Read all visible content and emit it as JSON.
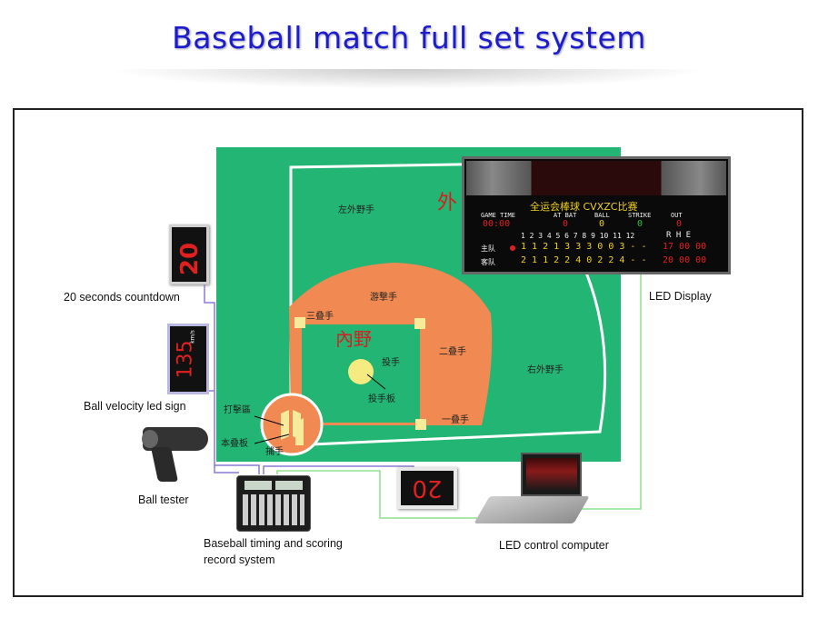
{
  "title": "Baseball match full set system",
  "labels": {
    "countdown": "20 seconds countdown",
    "velocity": "Ball velocity led sign",
    "tester": "Ball tester",
    "system_line1": "Baseball timing and scoring",
    "system_line2": "record system",
    "led_display": "LED Display",
    "control_computer": "LED control computer"
  },
  "field": {
    "left_fielder": "左外野手",
    "right_fielder": "右外野手",
    "shortstop": "游撃手",
    "third_base": "三叠手",
    "second_base": "二叠手",
    "first_base": "一叠手",
    "infield": "內野",
    "outfield": "外",
    "pitcher": "投手",
    "pitcher_plate": "投手板",
    "batter_box": "打擊區",
    "home_plate": "本叠板",
    "catcher": "捕手"
  },
  "countdown_sign": {
    "value": "20"
  },
  "velocity_sign": {
    "value": "135",
    "unit": "km/s"
  },
  "second_sign": {
    "value": "20"
  },
  "scoreboard": {
    "title": "全运会棒球 CVXZC比赛",
    "headers": {
      "game_time": "GAME TIME",
      "at_bat": "AT BAT",
      "ball": "BALL",
      "strike": "STRIKE",
      "out": "OUT"
    },
    "values": {
      "game_time": "00:00",
      "at_bat": "0",
      "ball": "0",
      "strike": "0",
      "out": "0"
    },
    "innings": "1 2 3 4 5 6 7 8 9 10 11 12",
    "rhe": "R H E",
    "home_label": "主队",
    "home_scores": "1 1 2 1 3 3 3 0 0 3 - -",
    "home_rhe": "17 00 00",
    "away_label": "客队",
    "away_scores": "2 1 1 2 2 4 0 2 2 4 - -",
    "away_rhe": "20 00 00"
  },
  "colors": {
    "title": "#1c1ccc",
    "field_green": "#22b573",
    "infield_orange": "#f08a52",
    "led_red": "#e02020",
    "led_yellow": "#f0d020",
    "led_green": "#20c040",
    "line_purple": "#8a7ad8",
    "line_green": "#8de08d"
  }
}
